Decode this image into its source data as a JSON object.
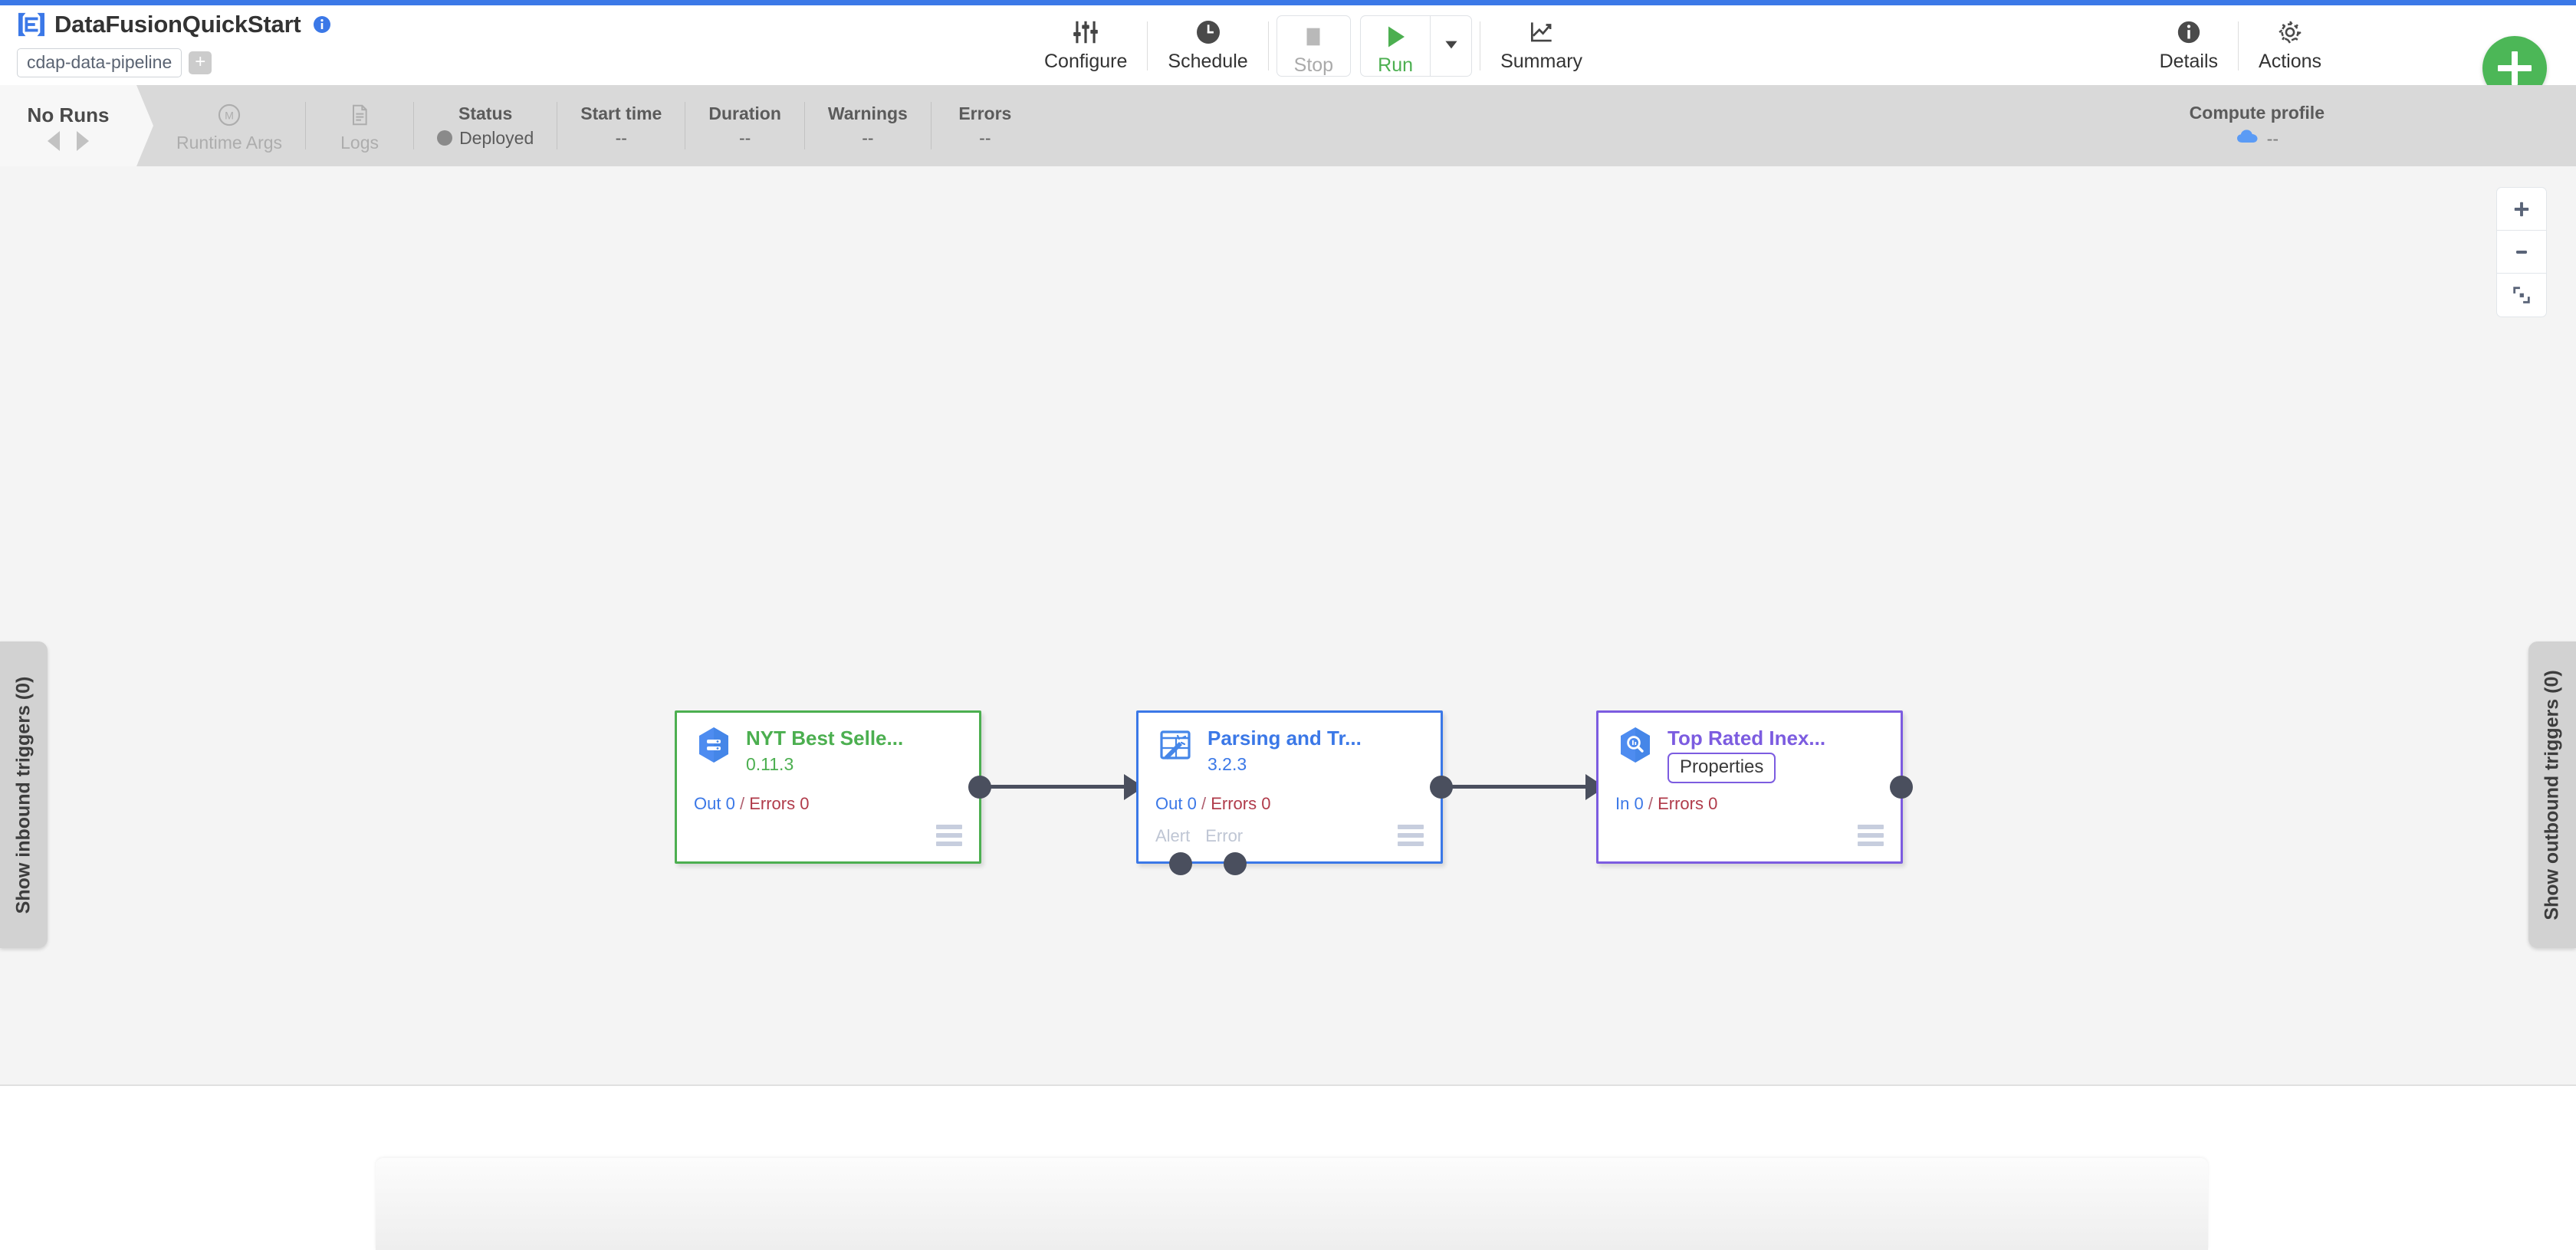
{
  "window": {
    "accent_color": "#3b78e7",
    "canvas_bg": "#f4f4f4"
  },
  "header": {
    "logo_icon": "cdap-logo-icon",
    "pipeline_title": "DataFusionQuickStart",
    "info_icon": "info-icon",
    "artifact_chip": "cdap-data-pipeline",
    "add_artifact_label": "+",
    "toolbar": [
      {
        "id": "configure",
        "label": "Configure",
        "icon": "sliders-icon",
        "state": "enabled"
      },
      {
        "id": "schedule",
        "label": "Schedule",
        "icon": "clock-icon",
        "state": "enabled"
      },
      {
        "id": "stop",
        "label": "Stop",
        "icon": "stop-square-icon",
        "state": "disabled"
      },
      {
        "id": "run",
        "label": "Run",
        "icon": "play-triangle-icon",
        "state": "enabled"
      },
      {
        "id": "run-dropdown",
        "label": "",
        "icon": "caret-down-icon",
        "state": "enabled"
      },
      {
        "id": "summary",
        "label": "Summary",
        "icon": "line-chart-icon",
        "state": "enabled"
      }
    ],
    "toolbar_right": [
      {
        "id": "details",
        "label": "Details",
        "icon": "info-circle-icon"
      },
      {
        "id": "actions",
        "label": "Actions",
        "icon": "gear-icon"
      }
    ],
    "fab": {
      "label": "+",
      "icon": "plus-icon",
      "color": "#4cb757"
    }
  },
  "status_strip": {
    "runs_title": "No Runs",
    "prev_icon": "triangle-left-icon",
    "next_icon": "triangle-right-icon",
    "items": [
      {
        "id": "runtime-args",
        "head": "Runtime Args",
        "icon": "macro-m-icon",
        "disabled": true
      },
      {
        "id": "logs",
        "head": "Logs",
        "icon": "document-icon",
        "disabled": true
      },
      {
        "id": "status",
        "head": "Status",
        "value": "Deployed",
        "dot_color": "#8a8a8a"
      },
      {
        "id": "start-time",
        "head": "Start time",
        "value": "--"
      },
      {
        "id": "duration",
        "head": "Duration",
        "value": "--"
      },
      {
        "id": "warnings",
        "head": "Warnings",
        "value": "--"
      },
      {
        "id": "errors",
        "head": "Errors",
        "value": "--"
      }
    ],
    "compute_profile": {
      "head": "Compute profile",
      "value": "--",
      "icon": "cloud-icon"
    }
  },
  "canvas": {
    "zoom_controls": [
      {
        "id": "zoom-in",
        "icon": "plus-icon"
      },
      {
        "id": "zoom-out",
        "icon": "minus-icon"
      },
      {
        "id": "fit-to-screen",
        "icon": "fit-screen-icon"
      }
    ],
    "inbound_trigger_label": "Show inbound triggers (0)",
    "outbound_trigger_label": "Show outbound triggers (0)",
    "nodes": [
      {
        "id": "nyt-best-sellers",
        "name": "NYT Best Selle...",
        "version": "0.11.3",
        "icon": "bigquery-source-icon",
        "color": "#4caf50",
        "metrics": {
          "left_label": "Out 0",
          "sep": "/",
          "right_label": "Errors 0"
        },
        "ports": [],
        "menu_icon": "hamburger-icon"
      },
      {
        "id": "parsing-and-transform",
        "name": "Parsing and Tr...",
        "version": "3.2.3",
        "icon": "wrangler-transform-icon",
        "color": "#3b78e7",
        "metrics": {
          "left_label": "Out 0",
          "sep": "/",
          "right_label": "Errors 0"
        },
        "ports": [
          "Alert",
          "Error"
        ],
        "menu_icon": "hamburger-icon"
      },
      {
        "id": "top-rated-inexpensive",
        "name": "Top Rated Inex...",
        "version": "",
        "icon": "bigquery-sink-icon",
        "color": "#7c5ce0",
        "properties_button": "Properties",
        "metrics": {
          "left_label": "In 0",
          "sep": "/",
          "right_label": "Errors 0"
        },
        "ports": [],
        "menu_icon": "hamburger-icon"
      }
    ],
    "connections": [
      {
        "from": "nyt-best-sellers",
        "to": "parsing-and-transform"
      },
      {
        "from": "parsing-and-transform",
        "to": "top-rated-inexpensive"
      }
    ]
  }
}
